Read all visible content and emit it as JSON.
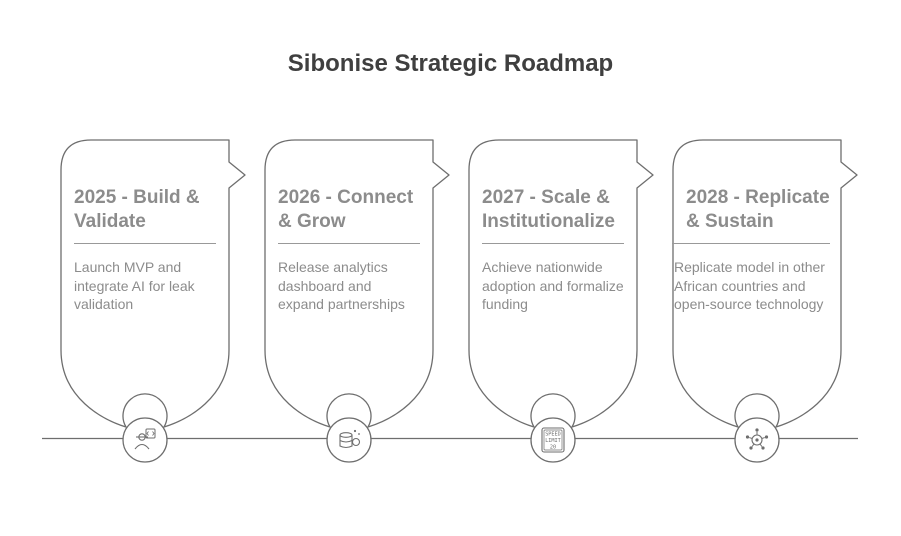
{
  "title": "Sibonise Strategic Roadmap",
  "colors": {
    "stroke": "#6e6e6e",
    "heading": "#3f3f3f",
    "muted": "#8c8c8c"
  },
  "stages": [
    {
      "title": "2025 - Build & Validate",
      "description": "Launch MVP and integrate AI for leak validation",
      "icon": "developer-code-icon"
    },
    {
      "title": "2026 - Connect & Grow",
      "description": "Release analytics dashboard and expand partnerships",
      "icon": "database-sparkle-icon"
    },
    {
      "title": "2027 - Scale & Institutionalize",
      "description": "Achieve nationwide adoption and formalize funding",
      "icon": "speed-limit-sign-icon",
      "icon_text": [
        "SPEED",
        "LIMIT",
        "20"
      ]
    },
    {
      "title": "2028 - Replicate & Sustain",
      "description": "Replicate model in other African countries and open-source technology",
      "icon": "network-hub-icon"
    }
  ]
}
